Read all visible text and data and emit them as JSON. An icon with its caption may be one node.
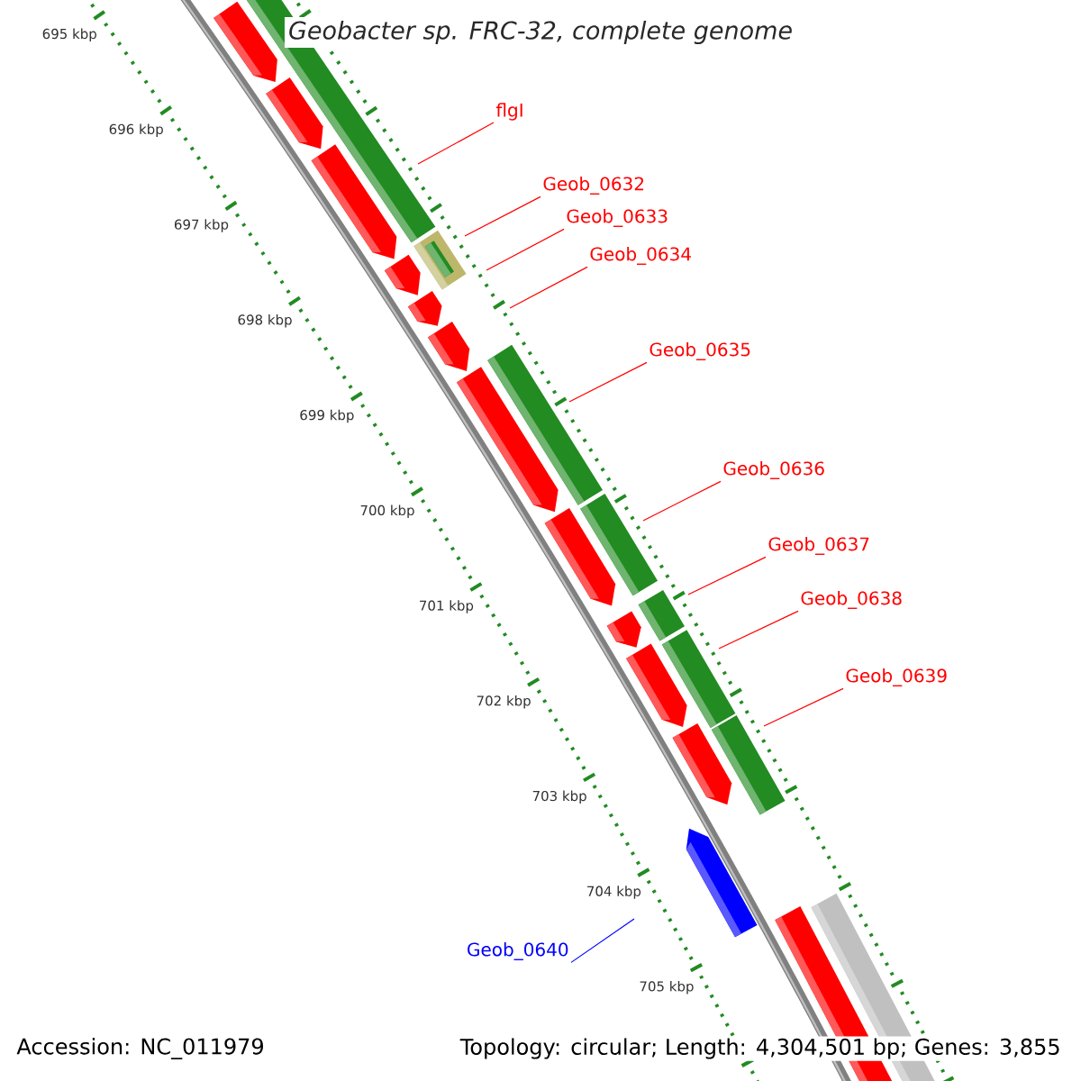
{
  "diagram": {
    "title": "Geobacter sp. FRC-32, complete genome",
    "nodes": [
      {
        "text": [
          "flgI"
        ]
      },
      {
        "text": [
          "Geob_0632"
        ]
      },
      {
        "text": [
          "Geob_0633"
        ]
      },
      {
        "text": [
          "Geob_0634"
        ]
      },
      {
        "text": [
          "Geob_0635"
        ]
      },
      {
        "text": [
          "Geob_0636"
        ]
      },
      {
        "text": [
          "Geob_0637"
        ]
      },
      {
        "text": [
          "Geob_0638"
        ]
      },
      {
        "text": [
          "Geob_0639"
        ]
      },
      {
        "text": [
          "Geob_0640"
        ]
      }
    ],
    "edges": [
      {
        "from": 0,
        "to": null,
        "arrow": "none"
      },
      {
        "from": 1,
        "to": null,
        "arrow": "none"
      },
      {
        "from": 2,
        "to": null,
        "arrow": "none"
      },
      {
        "from": 3,
        "to": null,
        "arrow": "none"
      },
      {
        "from": 4,
        "to": null,
        "arrow": "none"
      },
      {
        "from": 5,
        "to": null,
        "arrow": "none"
      },
      {
        "from": 6,
        "to": null,
        "arrow": "none"
      },
      {
        "from": 7,
        "to": null,
        "arrow": "none"
      },
      {
        "from": 8,
        "to": null,
        "arrow": "none"
      },
      {
        "from": 9,
        "to": null,
        "arrow": "none",
        "color": "#0000ff"
      }
    ],
    "labels": [
      "695 kbp",
      "696 kbp",
      "697 kbp",
      "698 kbp",
      "699 kbp",
      "700 kbp",
      "701 kbp",
      "702 kbp",
      "703 kbp",
      "704 kbp",
      "705 kbp",
      "Accession: NC_011979",
      "Topology: circular; Length: 4,304,501 bp; Genes: 3,855"
    ]
  }
}
